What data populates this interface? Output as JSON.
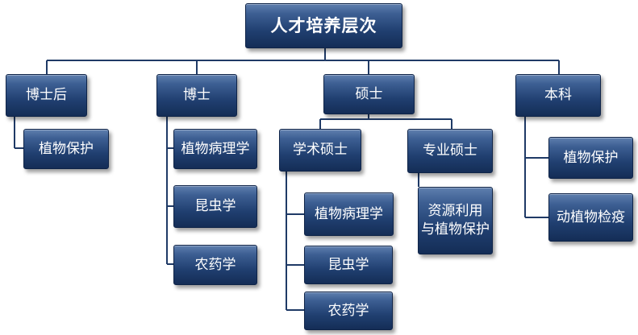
{
  "title": "人才培养层次",
  "levels": {
    "postdoc": {
      "label": "博士后",
      "items": [
        "植物保护"
      ]
    },
    "phd": {
      "label": "博士",
      "items": [
        "植物病理学",
        "昆虫学",
        "农药学"
      ]
    },
    "masters": {
      "label": "硕士",
      "academic": {
        "label": "学术硕士",
        "items": [
          "植物病理学",
          "昆虫学",
          "农药学"
        ]
      },
      "professional": {
        "label": "专业硕士",
        "items": [
          "资源利用\n与植物保护"
        ]
      }
    },
    "undergrad": {
      "label": "本科",
      "items": [
        "植物保护",
        "动植物检疫"
      ]
    }
  },
  "colors": {
    "box_dark": "#142d56",
    "box_light": "#5f7fae",
    "connector": "#1f3a66",
    "text": "#ffffff"
  }
}
